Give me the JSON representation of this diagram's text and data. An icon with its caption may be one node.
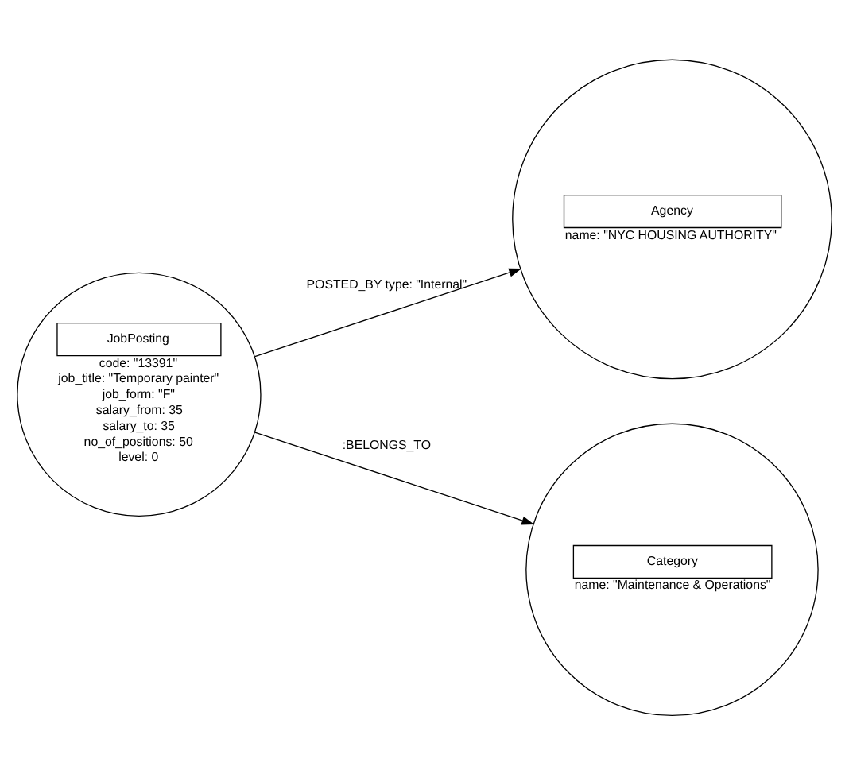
{
  "diagram": {
    "nodes": [
      {
        "text": [
          "JobPosting",
          "code: \"13391\"",
          "job_title: \"Temporary painter\"",
          "job_form: \"F\"",
          "salary_from: 35",
          "salary_to: 35",
          "no_of_positions: 50",
          "level: 0"
        ]
      },
      {
        "text": [
          "Agency",
          "name: \"NYC HOUSING AUTHORITY\""
        ]
      },
      {
        "text": [
          "Category",
          "name: \"Maintenance & Operations\""
        ]
      }
    ],
    "edges": [
      {
        "from": 0,
        "to": 1,
        "arrow": "to",
        "label": "POSTED_BY type: \"Internal\""
      },
      {
        "from": 0,
        "to": 2,
        "arrow": "to",
        "label": ":BELONGS_TO"
      }
    ]
  }
}
